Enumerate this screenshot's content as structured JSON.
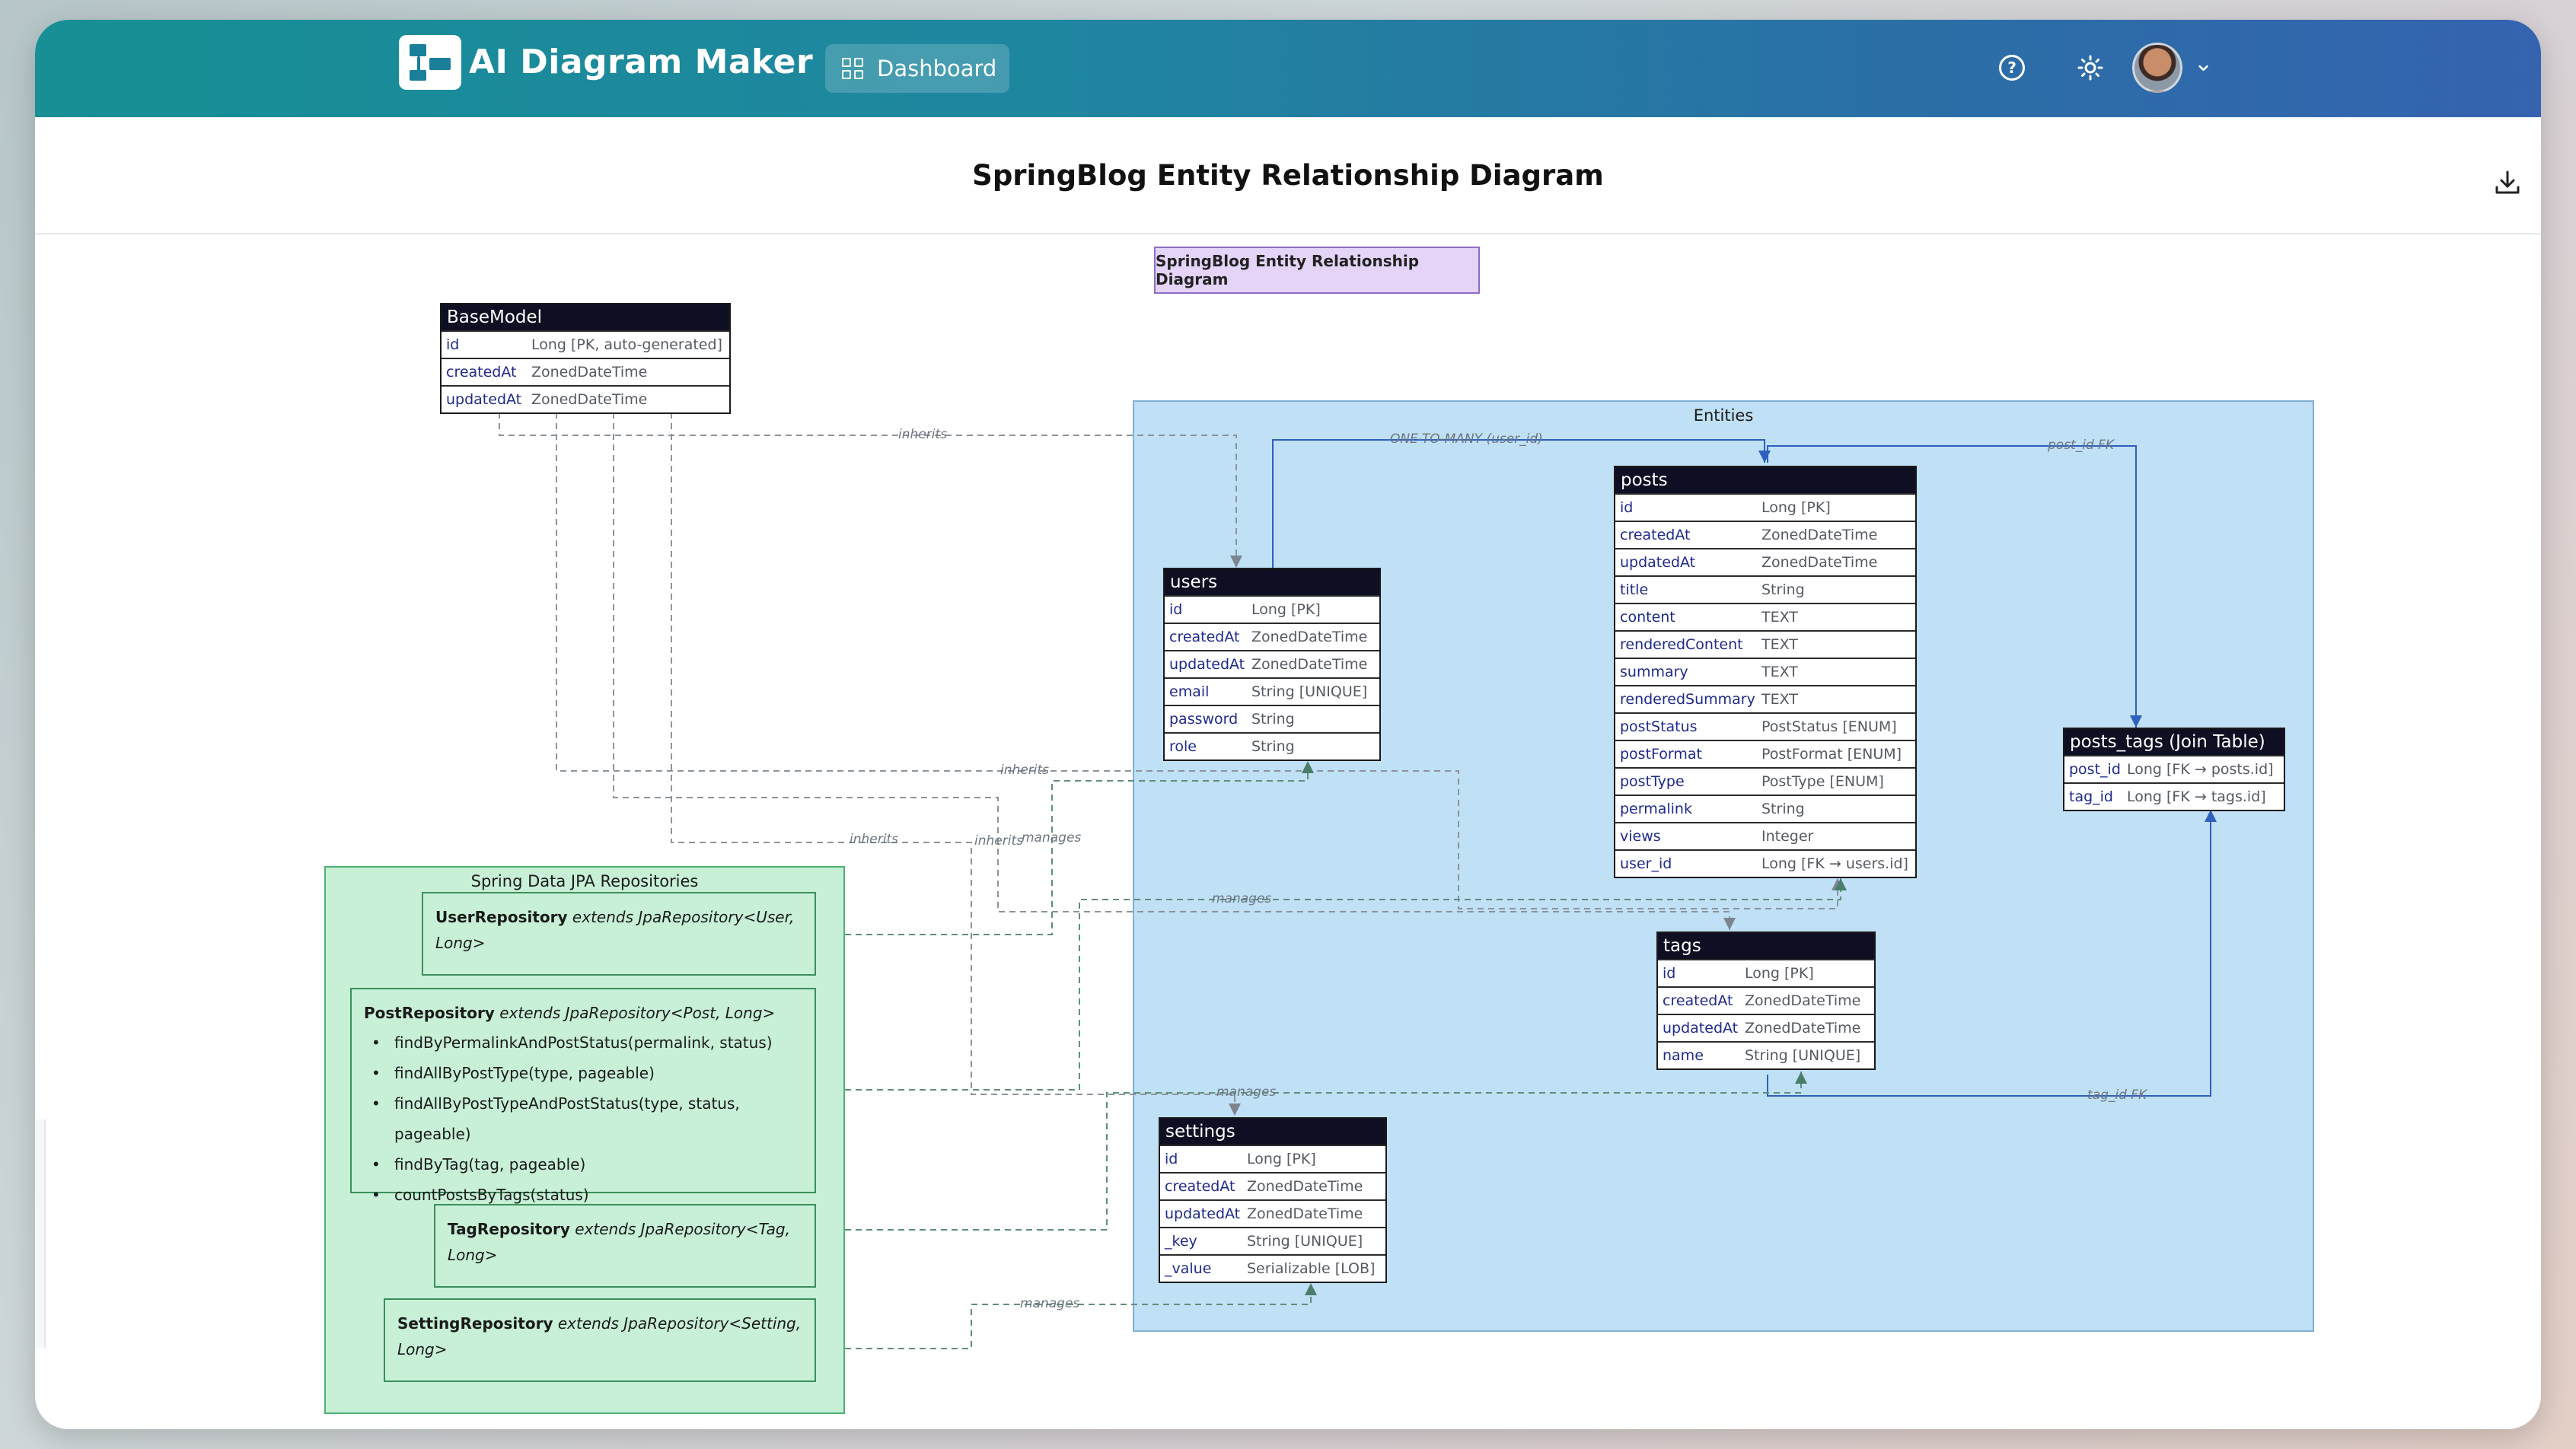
{
  "header": {
    "app_name": "AI Diagram Maker",
    "dashboard_label": "Dashboard",
    "help_icon": "question-circle-icon",
    "theme_icon": "sun-icon",
    "avatar": "user-avatar",
    "avatar_menu_icon": "chevron-down-icon"
  },
  "page": {
    "title": "SpringBlog Entity Relationship Diagram",
    "download_icon": "download-icon"
  },
  "diagram": {
    "title": "SpringBlog Entity Relationship Diagram",
    "groups": {
      "entities": "Entities",
      "repositories": "Spring Data JPA Repositories"
    },
    "tables": {
      "basemodel": {
        "name": "BaseModel",
        "fields": [
          {
            "name": "id",
            "type": "Long [PK, auto-generated]"
          },
          {
            "name": "createdAt",
            "type": "ZonedDateTime"
          },
          {
            "name": "updatedAt",
            "type": "ZonedDateTime"
          }
        ]
      },
      "users": {
        "name": "users",
        "fields": [
          {
            "name": "id",
            "type": "Long [PK]"
          },
          {
            "name": "createdAt",
            "type": "ZonedDateTime"
          },
          {
            "name": "updatedAt",
            "type": "ZonedDateTime"
          },
          {
            "name": "email",
            "type": "String [UNIQUE]"
          },
          {
            "name": "password",
            "type": "String"
          },
          {
            "name": "role",
            "type": "String"
          }
        ]
      },
      "posts": {
        "name": "posts",
        "fields": [
          {
            "name": "id",
            "type": "Long [PK]"
          },
          {
            "name": "createdAt",
            "type": "ZonedDateTime"
          },
          {
            "name": "updatedAt",
            "type": "ZonedDateTime"
          },
          {
            "name": "title",
            "type": "String"
          },
          {
            "name": "content",
            "type": "TEXT"
          },
          {
            "name": "renderedContent",
            "type": "TEXT"
          },
          {
            "name": "summary",
            "type": "TEXT"
          },
          {
            "name": "renderedSummary",
            "type": "TEXT"
          },
          {
            "name": "postStatus",
            "type": "PostStatus [ENUM]"
          },
          {
            "name": "postFormat",
            "type": "PostFormat [ENUM]"
          },
          {
            "name": "postType",
            "type": "PostType [ENUM]"
          },
          {
            "name": "permalink",
            "type": "String"
          },
          {
            "name": "views",
            "type": "Integer"
          },
          {
            "name": "user_id",
            "type": "Long [FK → users.id]"
          }
        ]
      },
      "posts_tags": {
        "name": "posts_tags (Join Table)",
        "fields": [
          {
            "name": "post_id",
            "type": "Long [FK → posts.id]"
          },
          {
            "name": "tag_id",
            "type": "Long [FK → tags.id]"
          }
        ]
      },
      "tags": {
        "name": "tags",
        "fields": [
          {
            "name": "id",
            "type": "Long [PK]"
          },
          {
            "name": "createdAt",
            "type": "ZonedDateTime"
          },
          {
            "name": "updatedAt",
            "type": "ZonedDateTime"
          },
          {
            "name": "name",
            "type": "String [UNIQUE]"
          }
        ]
      },
      "settings": {
        "name": "settings",
        "fields": [
          {
            "name": "id",
            "type": "Long [PK]"
          },
          {
            "name": "createdAt",
            "type": "ZonedDateTime"
          },
          {
            "name": "updatedAt",
            "type": "ZonedDateTime"
          },
          {
            "name": "_key",
            "type": "String [UNIQUE]"
          },
          {
            "name": "_value",
            "type": "Serializable [LOB]"
          }
        ]
      }
    },
    "repositories": {
      "user": {
        "name": "UserRepository",
        "extends": "extends JpaRepository<User,",
        "extends_cont": "Long>"
      },
      "post": {
        "name": "PostRepository",
        "extends": "extends JpaRepository<Post, Long>",
        "methods": [
          "findByPermalinkAndPostStatus(permalink, status)",
          "findAllByPostType(type, pageable)",
          "findAllByPostTypeAndPostStatus(type, status, pageable)",
          "findByTag(tag, pageable)",
          "countPostsByTags(status)"
        ]
      },
      "tag": {
        "name": "TagRepository",
        "extends": "extends JpaRepository<Tag,",
        "extends_cont": "Long>"
      },
      "setting": {
        "name": "SettingRepository",
        "extends": "extends JpaRepository<Setting,",
        "extends_cont": "Long>"
      }
    },
    "edge_labels": {
      "inherits_users": "inherits",
      "inherits_posts": "inherits",
      "inherits_tags": "inherits",
      "inherits_settings": "inherits",
      "one_to_many": "ONE-TO-MANY (user_id)",
      "post_id_fk": "post_id FK",
      "tag_id_fk": "tag_id FK",
      "manages_user": "manages",
      "manages_post": "manages",
      "manages_tag": "manages",
      "manages_setting": "manages"
    },
    "colors": {
      "entities_fill": "#bfe0f5",
      "repositories_fill": "#c7f0d6",
      "table_header": "#0f0f24",
      "title_box_fill": "#e4d4f8",
      "field_name": "#1e2a8c"
    }
  }
}
